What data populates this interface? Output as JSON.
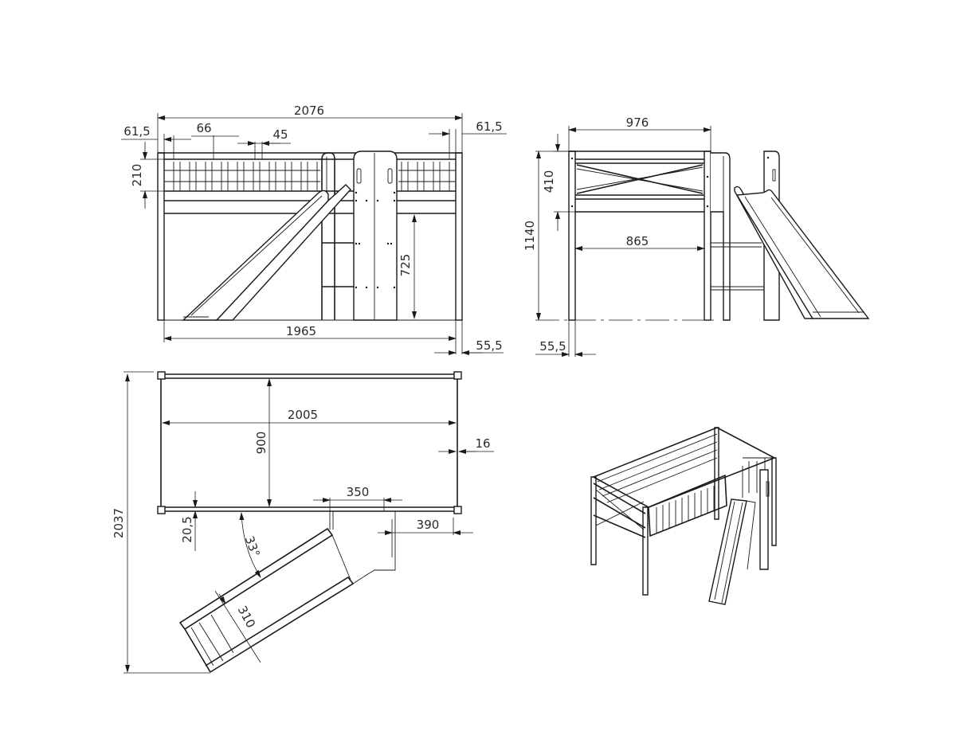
{
  "drawing": {
    "subject": "Mid-sleeper bed with slide and ladder - technical dimension drawing",
    "line_color": "#1a1a1a",
    "text_color": "#2a2a2a",
    "background": "#ffffff"
  },
  "views": {
    "front": {
      "name": "front-elevation",
      "dims": {
        "overall_width": "2076",
        "post_left": "61,5",
        "post_right": "61,5",
        "slat_pitch": "66",
        "slat_gap": "45",
        "rail_height": "210",
        "clear_height": "725",
        "inner_length": "1965",
        "leg_width": "55,5"
      }
    },
    "side": {
      "name": "side-elevation",
      "dims": {
        "overall_depth": "976",
        "rail_height": "410",
        "overall_height": "1140",
        "inner_depth": "865",
        "leg_width": "55,5"
      }
    },
    "top": {
      "name": "plan-view",
      "dims": {
        "inner_length": "2005",
        "inner_width": "900",
        "rail_thickness": "16",
        "ladder_width": "350",
        "ladder_offset": "390",
        "rail_offset": "20,5",
        "slide_angle": "33°",
        "slide_width": "310",
        "overall_depth": "2037"
      }
    },
    "iso": {
      "name": "isometric-view"
    }
  }
}
